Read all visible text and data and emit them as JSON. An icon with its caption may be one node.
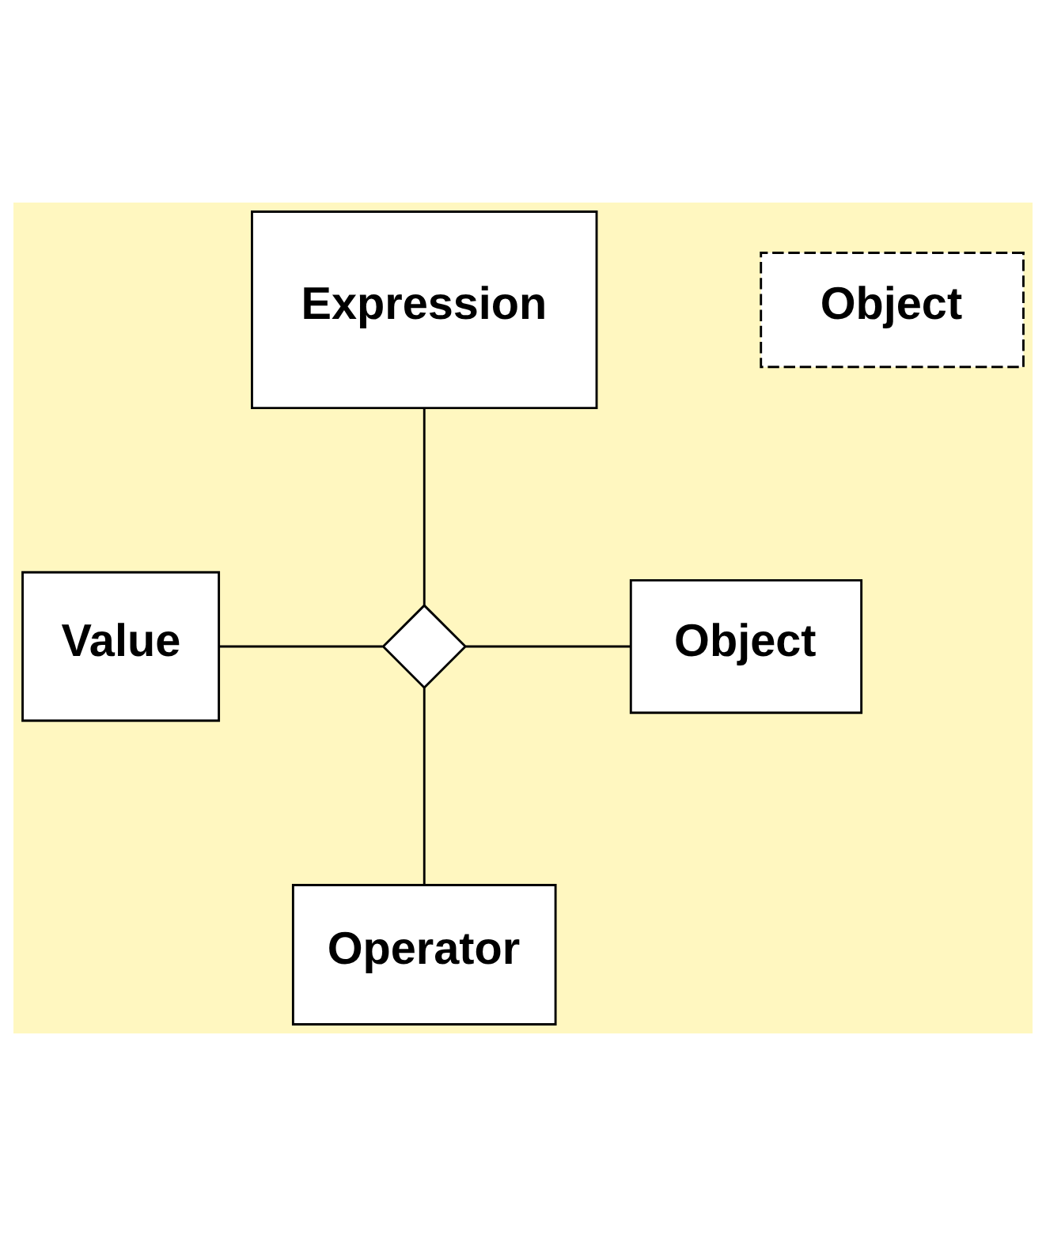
{
  "diagram": {
    "nodes": [
      {
        "text": [
          "Expression"
        ]
      },
      {
        "text": [
          "Object"
        ]
      },
      {
        "text": [
          "Value"
        ]
      },
      {
        "text": [],
        "shape": "diamond"
      },
      {
        "text": [
          "Object"
        ]
      },
      {
        "text": [
          "Operator"
        ]
      }
    ],
    "edges": [
      {
        "from": 0,
        "to": 3,
        "arrow": "none"
      },
      {
        "from": 2,
        "to": 3,
        "arrow": "none"
      },
      {
        "from": 3,
        "to": 4,
        "arrow": "none"
      },
      {
        "from": 3,
        "to": 5,
        "arrow": "none"
      }
    ]
  }
}
